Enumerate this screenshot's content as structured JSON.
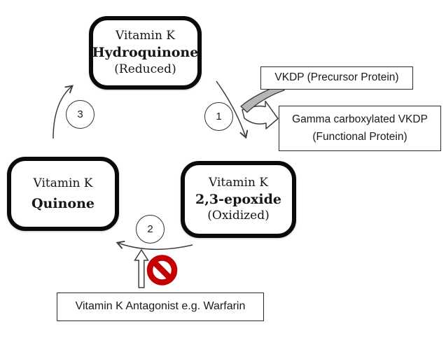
{
  "diagram": {
    "nodes": {
      "hydroquinone": {
        "line1": "Vitamin K",
        "line2": "Hydroquinone",
        "line3": "(Reduced)"
      },
      "quinone": {
        "line1": "Vitamin K",
        "line2": "Quinone"
      },
      "epoxide": {
        "line1": "Vitamin K",
        "line2": "2,3-epoxide",
        "line3": "(Oxidized)"
      },
      "vkdp_precursor": {
        "label": "VKDP (Precursor Protein)"
      },
      "vkdp_functional": {
        "line1": "Gamma carboxylated VKDP",
        "line2": "(Functional Protein)"
      },
      "antagonist": {
        "label": "Vitamin K Antagonist e.g. Warfarin"
      }
    },
    "steps": {
      "step1": "1",
      "step2": "2",
      "step3": "3"
    },
    "icons": {
      "prohibition": "prohibition-sign",
      "block_up_arrow": "block-up-arrow",
      "curved_block_arrow": "curved-block-arrow"
    },
    "colors": {
      "background": "#ffffff",
      "node_border": "#0a0a0a",
      "rect_border": "#2a2a2a",
      "line": "#3d3d3d",
      "ribbon_gray": "#b5b5b5",
      "prohibition_red": "#c40000"
    }
  }
}
